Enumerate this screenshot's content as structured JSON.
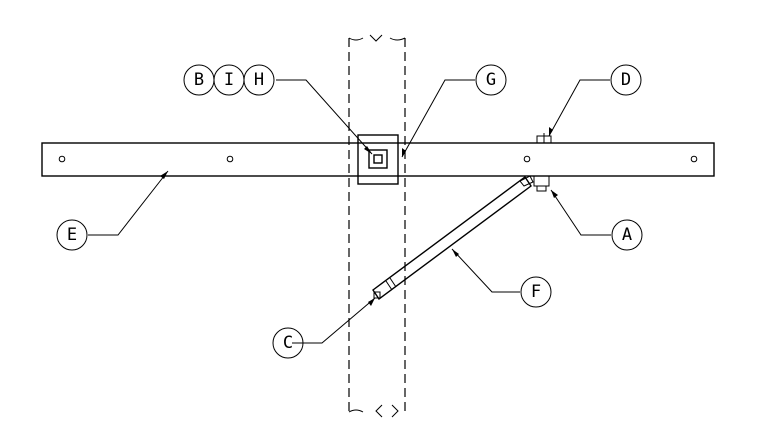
{
  "callouts": {
    "a": "A",
    "b": "B",
    "c": "C",
    "d": "D",
    "e": "E",
    "f": "F",
    "g": "G",
    "h": "H",
    "i": "I"
  }
}
